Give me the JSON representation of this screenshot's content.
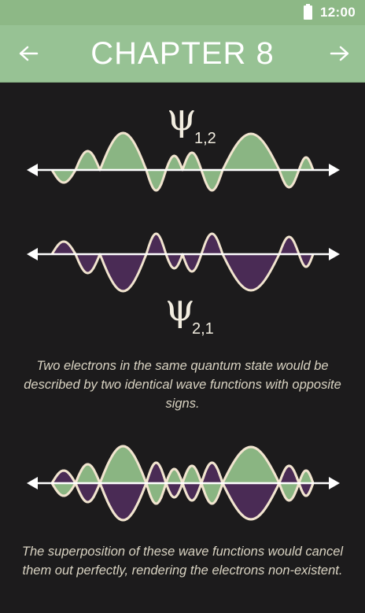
{
  "status_bar": {
    "time": "12:00",
    "battery_icon": "battery-icon"
  },
  "app_bar": {
    "title": "CHAPTER 8",
    "back_icon": "arrow-left-icon",
    "forward_icon": "arrow-right-icon"
  },
  "labels": {
    "psi_symbol": "ψ",
    "psi_12_subscript": "1,2",
    "psi_21_subscript": "2,1"
  },
  "captions": {
    "first": "Two electrons in the same quantum state would be described by two identical wave functions with opposite signs.",
    "second": "The superposition of these wave functions would cancel them out perfectly, rendering the electrons non-existent."
  },
  "colors": {
    "app_bar": "#97c294",
    "status_bar": "#8db886",
    "background": "#1c1b1c",
    "green_fill": "#8ab583",
    "purple_fill": "#4a2b55",
    "outline": "#f1e4cf",
    "axis": "#ffffff"
  }
}
